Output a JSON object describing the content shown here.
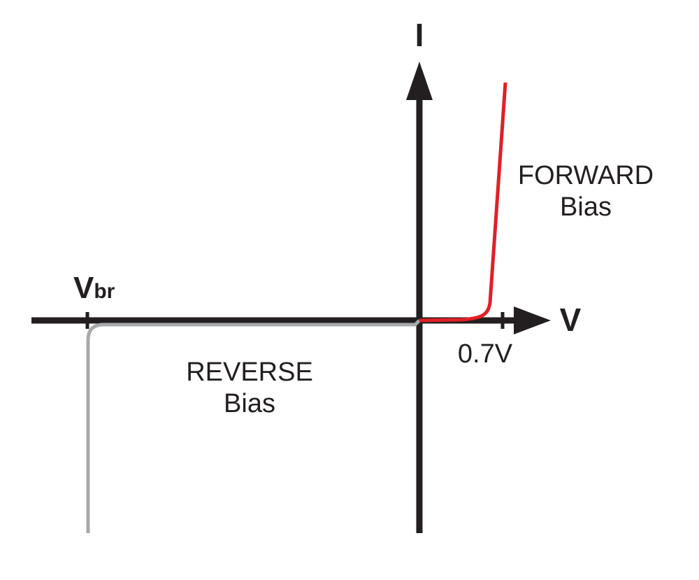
{
  "axes": {
    "y_label": "I",
    "x_label": "V"
  },
  "breakdown": {
    "symbol": "V",
    "subscript": "br"
  },
  "forward": {
    "threshold_label": "0.7V",
    "line1": "FORWARD",
    "line2": "Bias",
    "color": "#e21f26"
  },
  "reverse": {
    "line1": "REVERSE",
    "line2": "Bias",
    "color": "#a7a9ac"
  },
  "colors": {
    "axis": "#231f20",
    "background": "#ffffff"
  }
}
